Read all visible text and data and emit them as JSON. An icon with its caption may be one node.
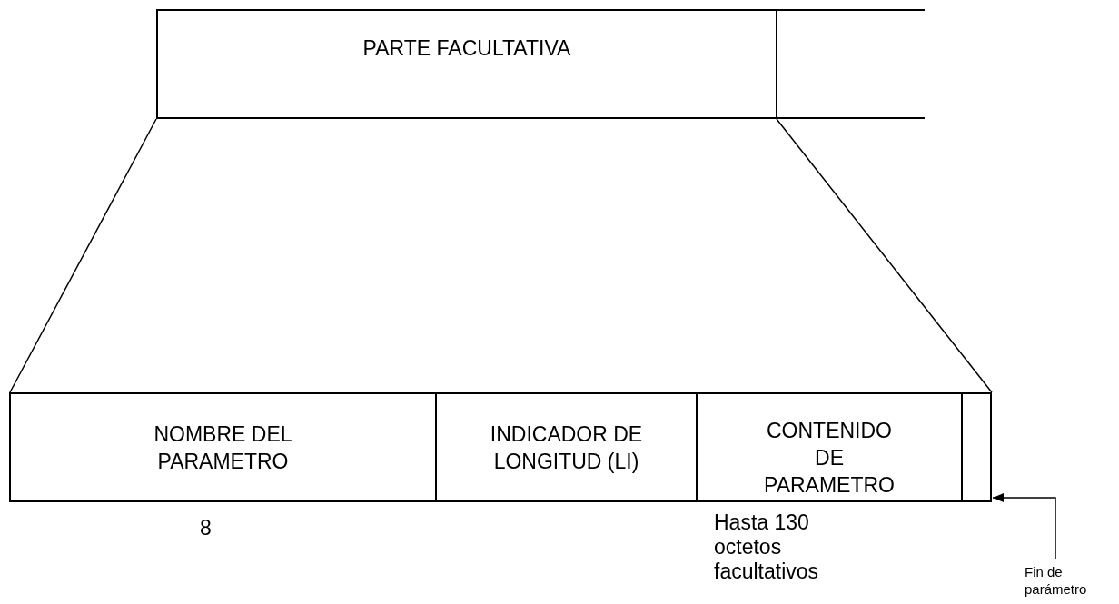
{
  "diagram": {
    "nodes": [
      {
        "text": [
          "PARTE FACULTATIVA"
        ]
      },
      {
        "text": [],
        "shape": "box"
      },
      {
        "text": [
          "NOMBRE DEL PARAMETRO"
        ]
      },
      {
        "text": [
          "INDICADOR DE LONGITUD (LI)"
        ]
      },
      {
        "text": [
          "CONTENIDO DE PARAMETRO"
        ]
      },
      {
        "text": [],
        "shape": "box"
      },
      {
        "text": [
          "Fin de parámetro"
        ]
      }
    ],
    "edges": [
      {
        "from": 0,
        "to": 2,
        "arrow": "none"
      },
      {
        "from": 0,
        "to": 5,
        "arrow": "none"
      },
      {
        "from": 6,
        "to": 5,
        "arrow": "to"
      }
    ],
    "labels": [
      "8",
      "Hasta 130 octetos facultativos"
    ]
  }
}
